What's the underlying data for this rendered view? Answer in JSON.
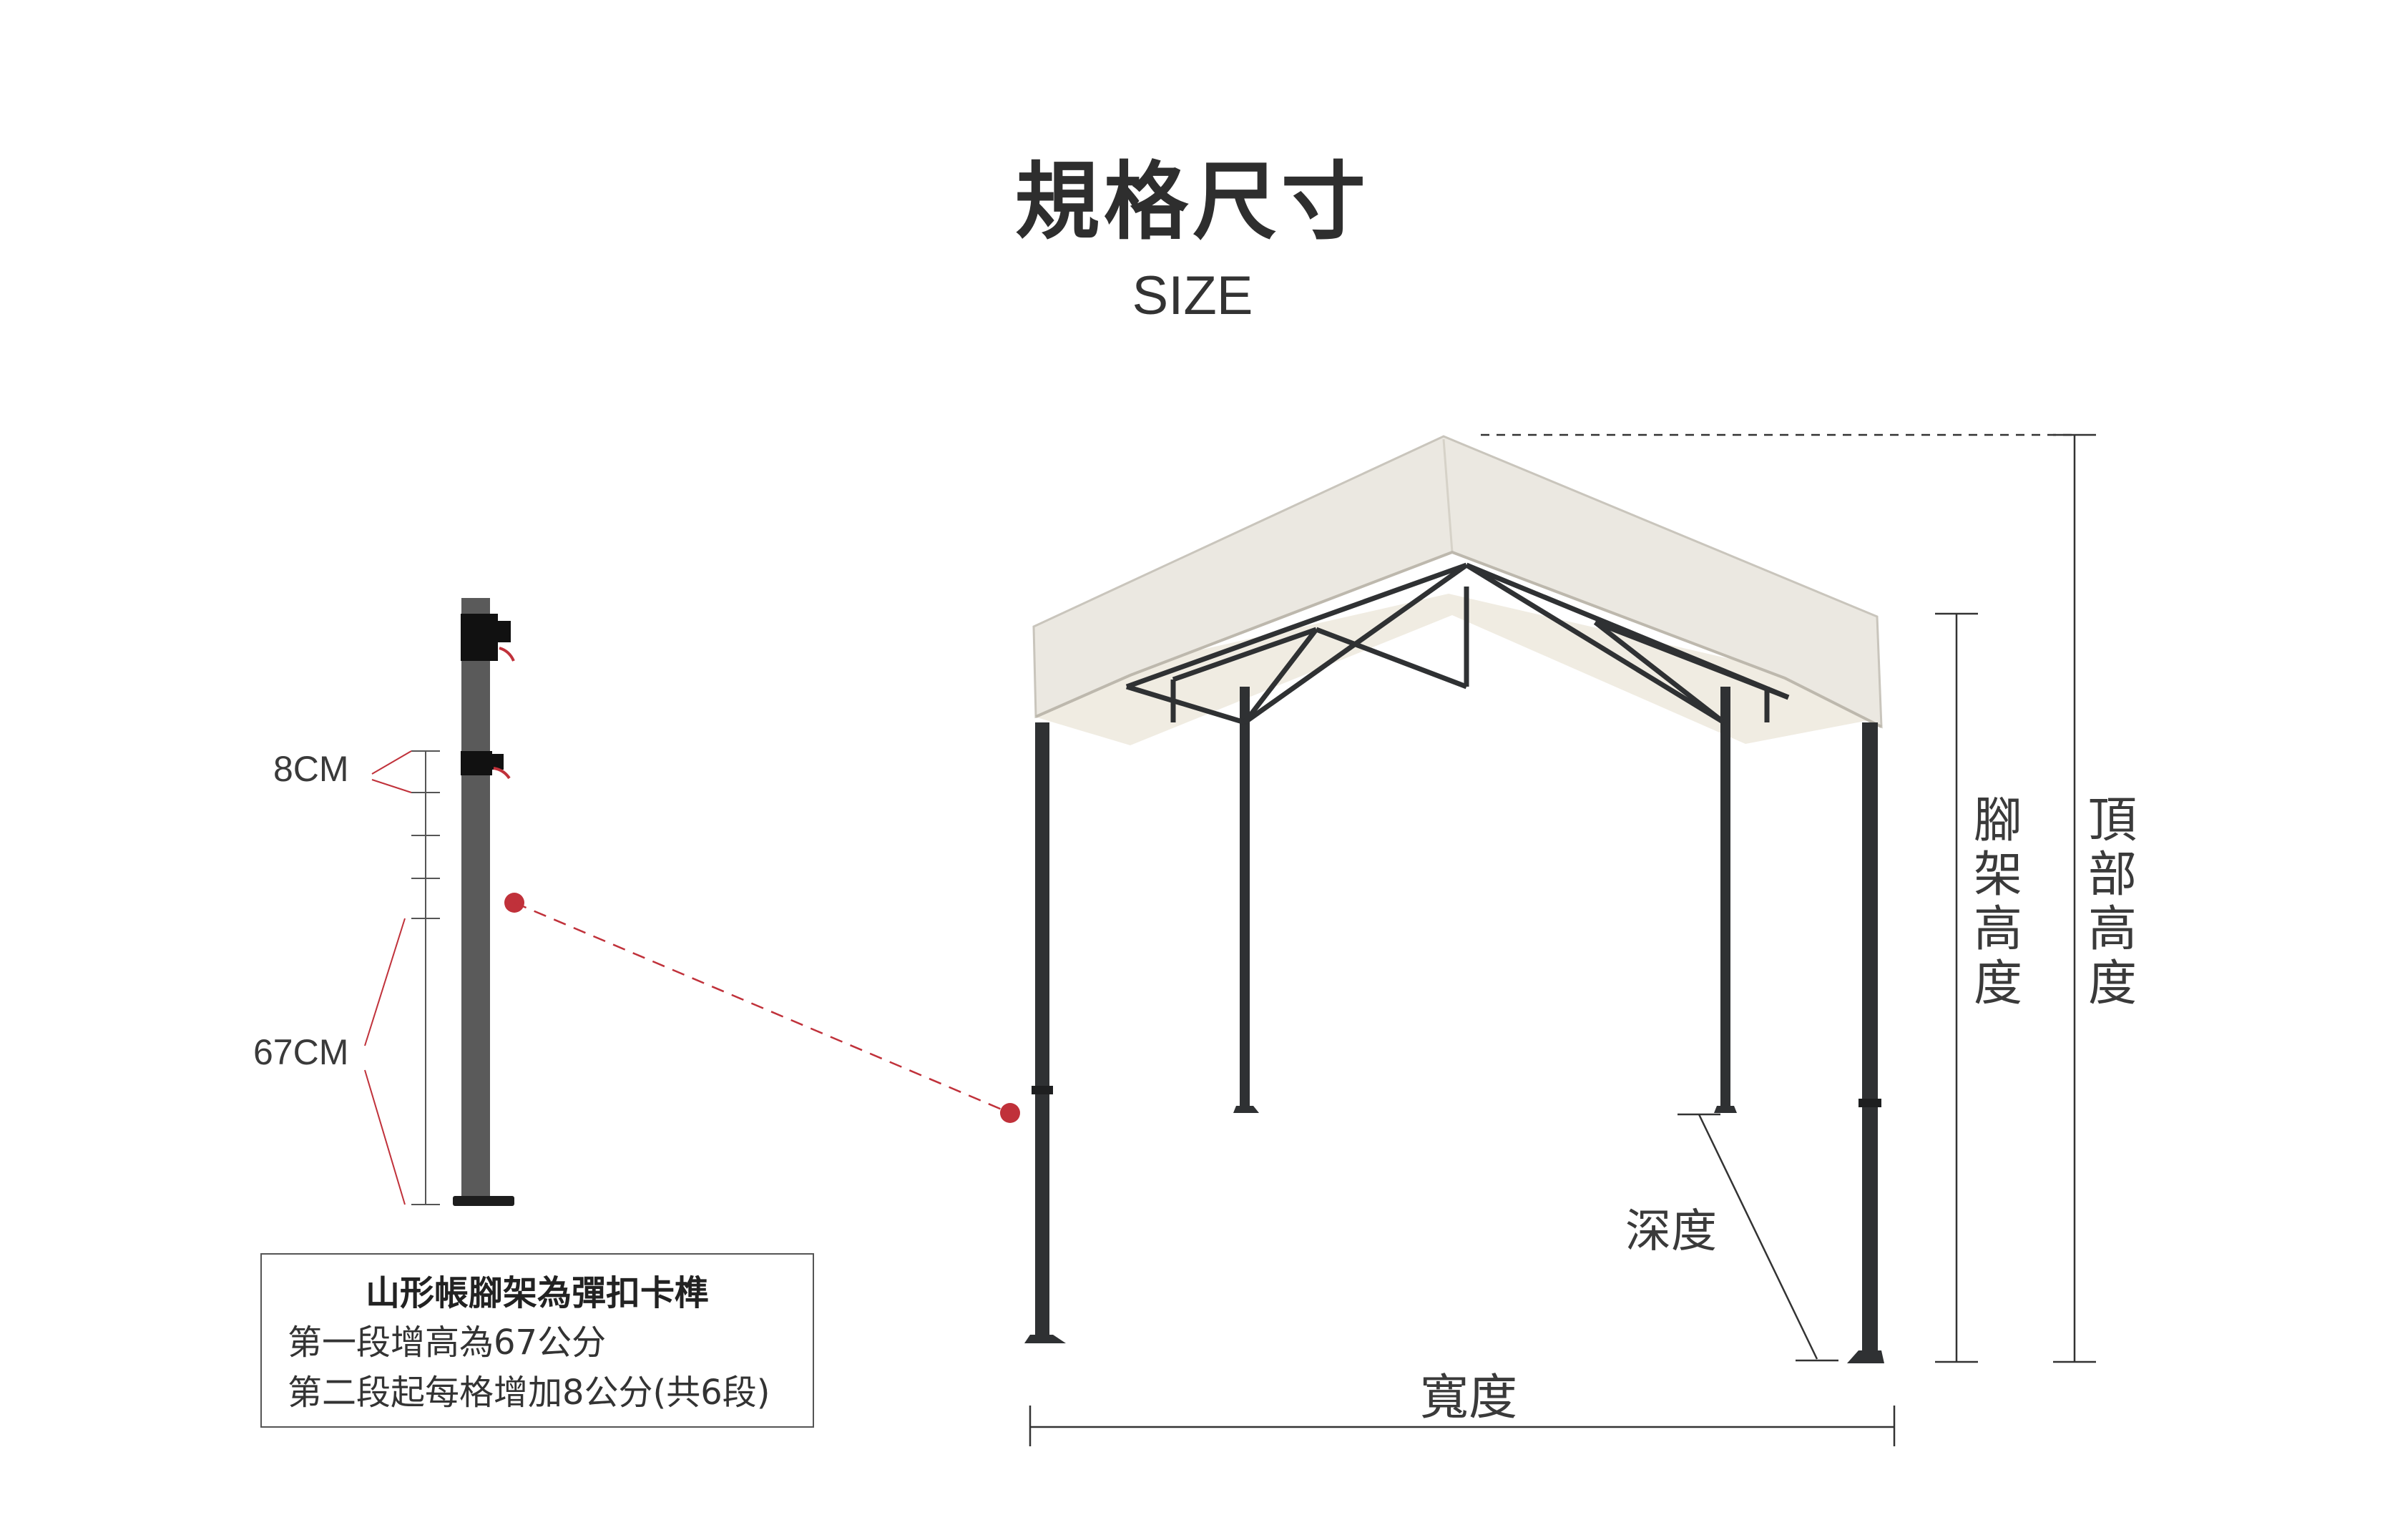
{
  "title": "規格尺寸",
  "subtitle": "SIZE",
  "pole_labels": {
    "segment_small": "8CM",
    "segment_large": "67CM"
  },
  "tent_labels": {
    "depth": "深度",
    "width": "寬度",
    "leg_height": "腳架高度",
    "top_height": "頂部高度"
  },
  "note": {
    "title": "山形帳腳架為彈扣卡榫",
    "lines": [
      "第一段增高為67公分",
      "第二段起每格增加8公分(共6段)"
    ]
  },
  "colors": {
    "accent_red": "#c0313a",
    "frame_dark": "#2f3133",
    "pole_gray": "#5a5a5a",
    "canopy": "#ebe8e1"
  }
}
